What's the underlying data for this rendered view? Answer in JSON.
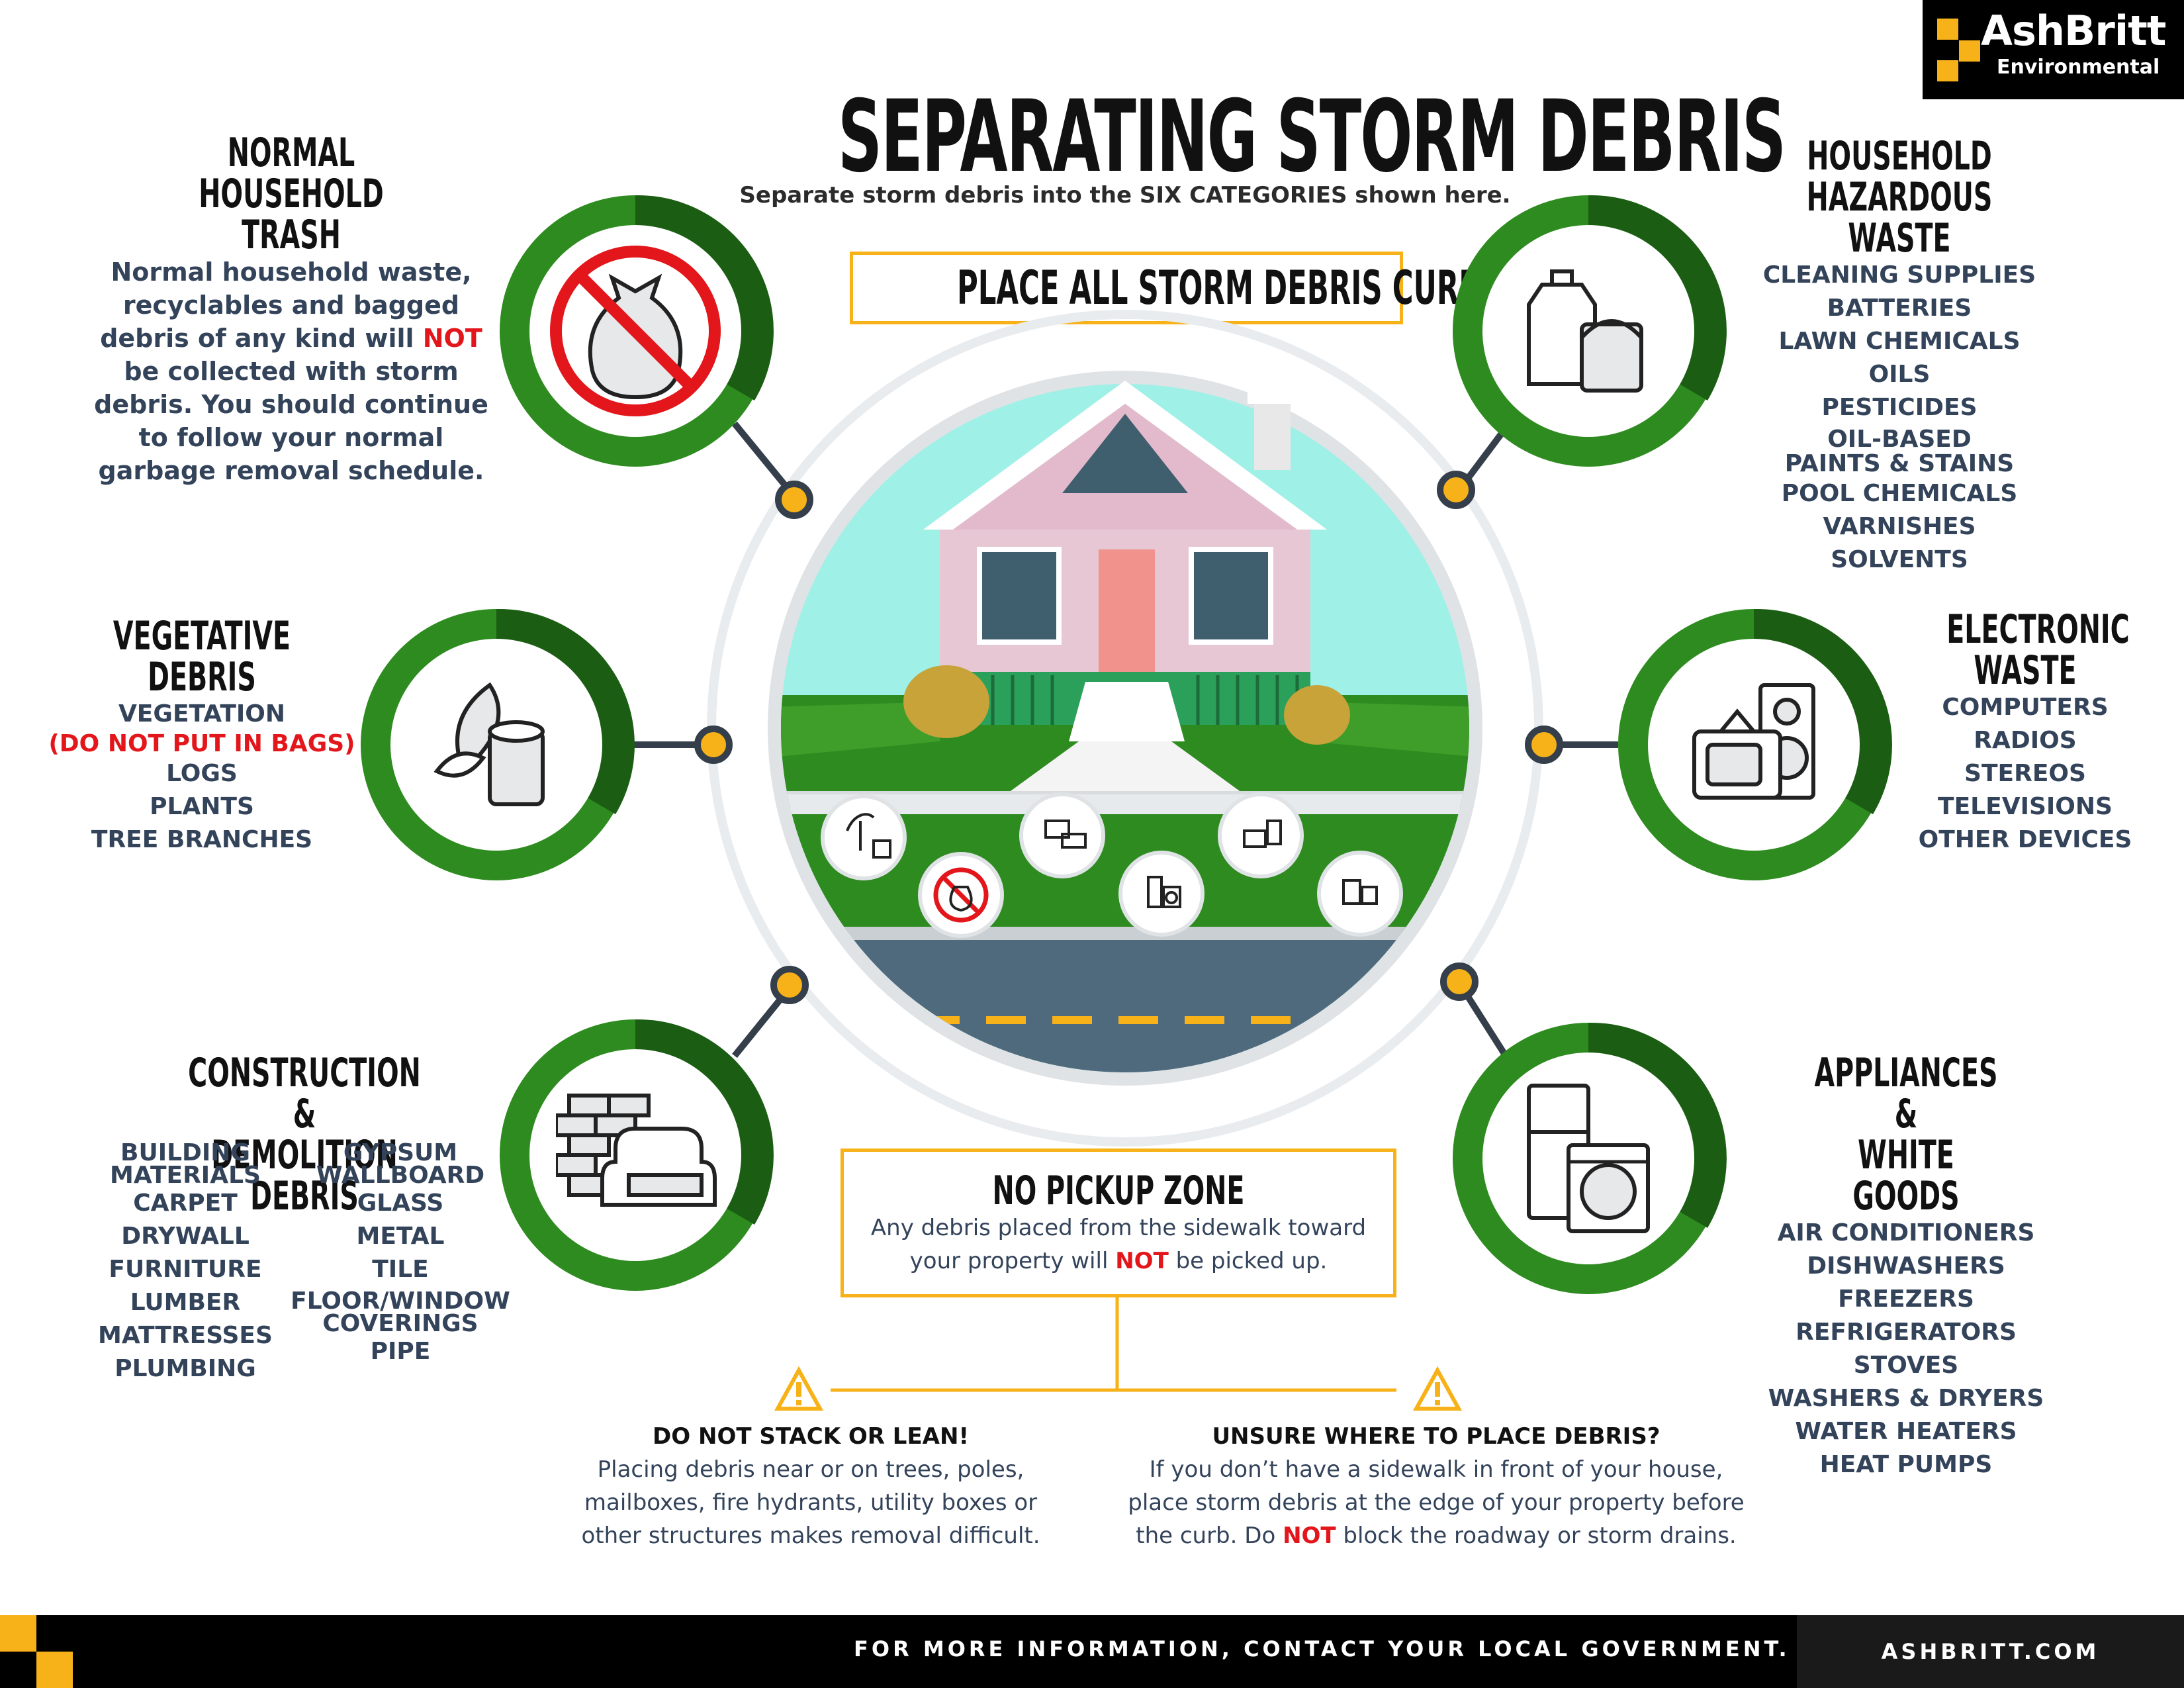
{
  "brand": {
    "name": "AshBritt",
    "sub": "Environmental",
    "site": "ASHBRITT.COM",
    "colors": {
      "green": "#2e8b1f",
      "dark_green": "#1b5e13",
      "gold": "#f7b21a",
      "navy": "#33435a",
      "red": "#e3161b"
    }
  },
  "title": "SEPARATING STORM DEBRIS",
  "subtitle": "Separate storm debris into the SIX CATEGORIES shown here.",
  "curbside": "PLACE ALL STORM DEBRIS CURBSIDE",
  "categories": {
    "trash": {
      "heading1": "NORMAL",
      "heading2": "HOUSEHOLD TRASH",
      "line1": "Normal household waste,",
      "line2": "recyclables and bagged",
      "line3a": "debris of any kind will ",
      "line3b": "NOT",
      "line4": "be collected with storm",
      "line5": "debris. You should continue",
      "line6": "to follow your normal",
      "line7": "garbage removal schedule.",
      "icon": "no-trash-bag-icon"
    },
    "hazardous": {
      "heading1": "HOUSEHOLD",
      "heading2": "HAZARDOUS WASTE",
      "items": [
        "CLEANING SUPPLIES",
        "BATTERIES",
        "LAWN CHEMICALS",
        "OILS",
        "PESTICIDES",
        "OIL-BASED",
        "PAINTS & STAINS",
        "POOL CHEMICALS",
        "VARNISHES",
        "SOLVENTS"
      ],
      "icon": "chemical-cans-icon"
    },
    "vegetative": {
      "heading1": "VEGETATIVE",
      "heading2": "DEBRIS",
      "items": [
        "VEGETATION",
        "(DO NOT PUT IN BAGS)",
        "LOGS",
        "PLANTS",
        "TREE BRANCHES"
      ],
      "icon": "leaf-log-icon"
    },
    "electronic": {
      "heading1": "ELECTRONIC",
      "heading2": "WASTE",
      "items": [
        "COMPUTERS",
        "RADIOS",
        "STEREOS",
        "TELEVISIONS",
        "OTHER DEVICES"
      ],
      "icon": "tv-speaker-icon"
    },
    "construction": {
      "heading1": "CONSTRUCTION &",
      "heading2": "DEMOLITION DEBRIS",
      "col1": [
        "BUILDING",
        "MATERIALS",
        "CARPET",
        "DRYWALL",
        "FURNITURE",
        "LUMBER",
        "MATTRESSES",
        "PLUMBING"
      ],
      "col2": [
        "GYPSUM",
        "WALLBOARD",
        "GLASS",
        "METAL",
        "TILE",
        "FLOOR/WINDOW",
        "COVERINGS",
        "PIPE"
      ],
      "icon": "bricks-couch-icon"
    },
    "appliances": {
      "heading1": "APPLIANCES &",
      "heading2": "WHITE GOODS",
      "items": [
        "AIR CONDITIONERS",
        "DISHWASHERS",
        "FREEZERS",
        "REFRIGERATORS",
        "STOVES",
        "WASHERS & DRYERS",
        "WATER HEATERS",
        "HEAT PUMPS"
      ],
      "icon": "fridge-washer-icon"
    }
  },
  "no_pickup": {
    "heading": "NO PICKUP ZONE",
    "line1": "Any debris placed from the sidewalk toward",
    "line2a": "your property will ",
    "line2b": "NOT",
    "line2c": " be picked up."
  },
  "warnings": {
    "stack": {
      "heading": "DO NOT STACK OR LEAN!",
      "line1": "Placing debris near or on trees, poles,",
      "line2": "mailboxes, fire hydrants, utility boxes or",
      "line3": "other structures makes removal difficult."
    },
    "unsure": {
      "heading": "UNSURE WHERE TO PLACE DEBRIS?",
      "line1": "If you don’t have a sidewalk in front of your house,",
      "line2": "place storm debris at the edge of your property before",
      "line3a": "the curb. Do ",
      "line3b": "NOT",
      "line3c": " block the roadway or storm drains."
    }
  },
  "footer": "FOR MORE INFORMATION, CONTACT YOUR LOCAL GOVERNMENT."
}
